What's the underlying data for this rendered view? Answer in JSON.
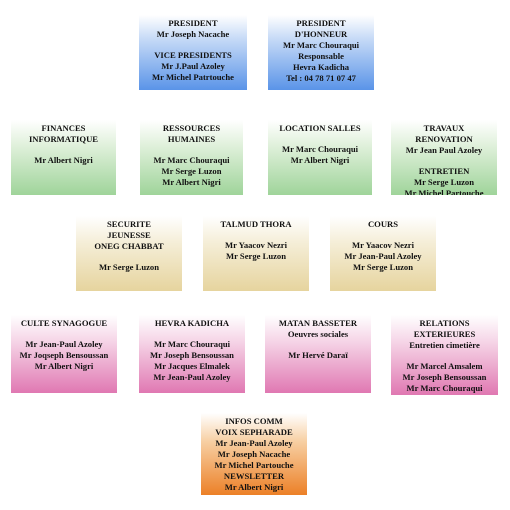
{
  "boxes": {
    "president": {
      "lines": [
        "PRESIDENT",
        "Mr Joseph Nacache",
        "",
        "VICE PRESIDENTS",
        "Mr J.Paul  Azoley",
        "Mr Michel Patrtouche"
      ]
    },
    "honneur": {
      "lines": [
        "PRESIDENT",
        "D'HONNEUR",
        "Mr Marc Chouraqui",
        "Responsable",
        "Hevra Kadicha",
        "Tel : 04 78 71 07 47"
      ]
    },
    "finances": {
      "lines": [
        "FINANCES",
        "INFORMATIQUE",
        "",
        "Mr Albert Nigri"
      ]
    },
    "ressources": {
      "lines": [
        "RESSOURCES",
        "HUMAINES",
        "",
        "Mr Marc Chouraqui",
        "Mr Serge Luzon",
        "Mr Albert Nigri"
      ]
    },
    "location": {
      "lines": [
        "LOCATION SALLES",
        "",
        "Mr Marc Chouraqui",
        "Mr Albert Nigri"
      ]
    },
    "travaux": {
      "lines": [
        "TRAVAUX",
        "RENOVATION",
        "Mr Jean Paul Azoley",
        "",
        "ENTRETIEN",
        "Mr Serge Luzon",
        "Mr Michel Partouche"
      ]
    },
    "securite": {
      "lines": [
        "SECURITE",
        "JEUNESSE",
        "ONEG CHABBAT",
        "",
        "Mr Serge Luzon"
      ]
    },
    "talmud": {
      "lines": [
        "TALMUD THORA",
        "",
        "Mr Yaacov Nezri",
        "Mr Serge Luzon"
      ]
    },
    "cours": {
      "lines": [
        "COURS",
        "",
        "Mr Yaacov Nezri",
        "Mr Jean-Paul Azoley",
        "Mr Serge Luzon"
      ]
    },
    "culte": {
      "lines": [
        "CULTE SYNAGOGUE",
        "",
        "Mr Jean-Paul Azoley",
        "Mr Joqseph Bensoussan",
        "Mr Albert Nigri"
      ]
    },
    "hevra": {
      "lines": [
        "HEVRA KADICHA",
        "",
        "Mr Marc Chouraqui",
        "Mr Joseph Bensoussan",
        "Mr Jacques Elmalek",
        "Mr Jean-Paul Azoley"
      ]
    },
    "matan": {
      "lines": [
        "MATAN BASSETER",
        "Oeuvres sociales",
        "",
        "Mr Hervé Daraï"
      ]
    },
    "relations": {
      "lines": [
        "RELATIONS",
        "EXTERIEURES",
        "Entretien cimetière",
        "",
        "Mr Marcel Amsalem",
        "Mr Joseph Bensoussan",
        "Mr Marc Chouraqui"
      ]
    },
    "infos": {
      "lines": [
        "INFOS COMM",
        "VOIX SEPHARADE",
        "Mr Jean-Paul Azoley",
        "Mr Joseph Nacache",
        "Mr Michel Partouche",
        "NEWSLETTER",
        "Mr Albert Nigri"
      ]
    }
  }
}
